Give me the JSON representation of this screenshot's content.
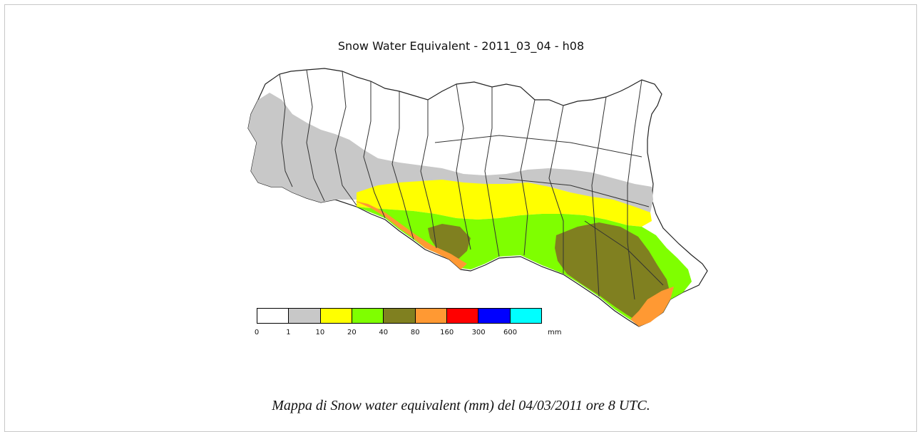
{
  "title": "Snow Water Equivalent - 2011_03_04 - h08",
  "legend": {
    "classes": [
      {
        "color": "#ffffff"
      },
      {
        "color": "#c8c8c8"
      },
      {
        "color": "#ffff00"
      },
      {
        "color": "#7fff00"
      },
      {
        "color": "#808020"
      },
      {
        "color": "#ff9933"
      },
      {
        "color": "#ff0000"
      },
      {
        "color": "#0000ff"
      },
      {
        "color": "#00ffff"
      }
    ],
    "ticks": [
      "0",
      "1",
      "10",
      "20",
      "40",
      "80",
      "160",
      "300",
      "600"
    ],
    "unit": "mm"
  },
  "caption": "Mappa di Snow water equivalent (mm) del 04/03/2011 ore 8 UTC."
}
